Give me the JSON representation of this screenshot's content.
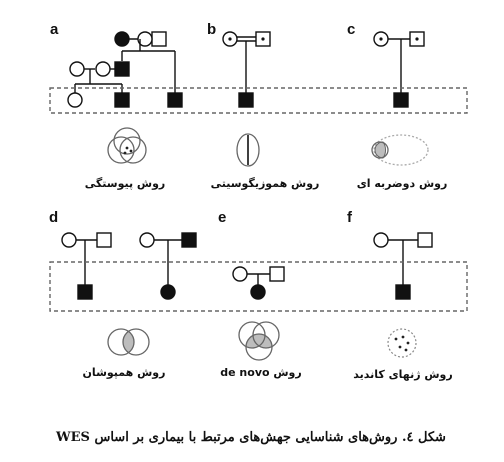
{
  "panels": {
    "a": {
      "label": "a",
      "method": "روش پیوستگی"
    },
    "b": {
      "label": "b",
      "method": "روش هموزیگوسیتی"
    },
    "c": {
      "label": "c",
      "method": "روش دوضربه ای"
    },
    "d": {
      "label": "d",
      "method": "روش همپوشان"
    },
    "e": {
      "label": "e",
      "method": "روش de novo"
    },
    "f": {
      "label": "f",
      "method": "روش ژنهای کاندید"
    }
  },
  "caption": "شکل ٤. روش‌های شناسایی جهش‌های مرتبط با بیماری بر اساس WES",
  "colors": {
    "affected": "#111111",
    "unaffected": "#ffffff",
    "overlap": "#bdbdbd",
    "outline": "#666666"
  }
}
